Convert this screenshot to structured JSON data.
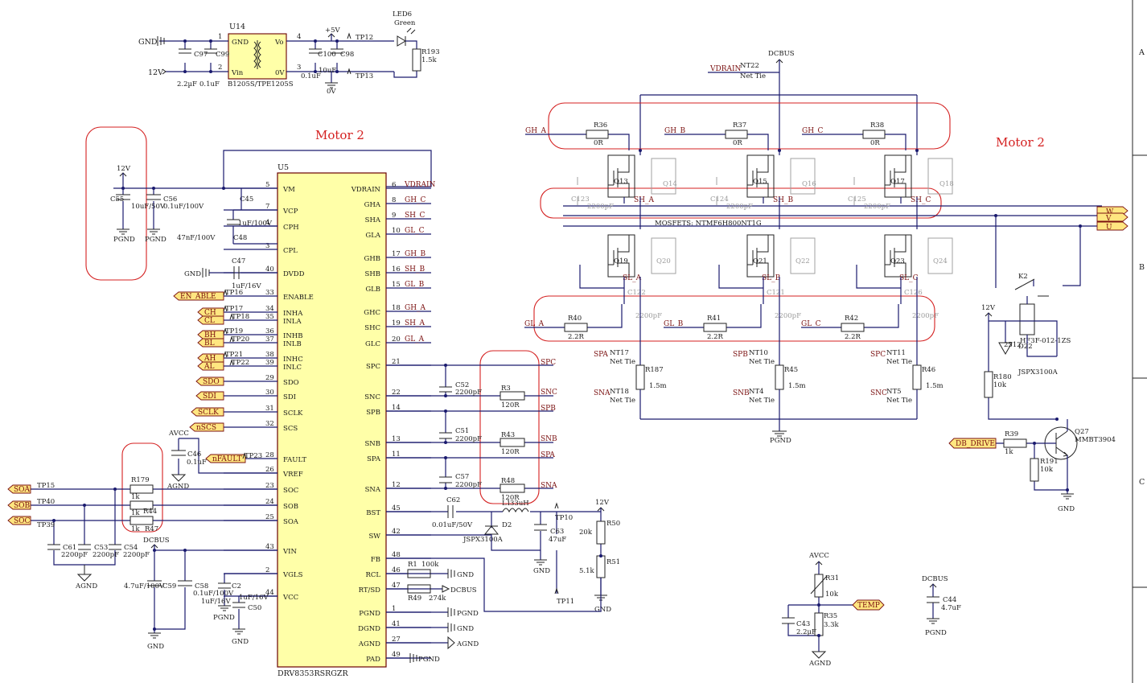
{
  "titles": {
    "left": "Motor 2",
    "right": "Motor 2"
  },
  "frame_zones": [
    "A",
    "B",
    "C"
  ],
  "supply": {
    "u14_ref": "U14",
    "u14_part": "B1205S/TPE1205S",
    "u14_pins": {
      "gnd": "GND",
      "vin": "Vin",
      "vo": "Vo",
      "ov": "0V",
      "n1": "1",
      "n2": "2",
      "n3": "3",
      "n4": "4"
    },
    "gnd_label": "GND",
    "v12_label": "12V",
    "caps_in": [
      {
        "ref": "C97",
        "value": "2.2µF"
      },
      {
        "ref": "C99",
        "value": "0.1uF"
      }
    ],
    "caps_out": [
      {
        "ref": "C100",
        "value": "0.1uF"
      },
      {
        "ref": "C98",
        "value": "10uF"
      }
    ],
    "v5_label": "+5V",
    "v0_label": "0V",
    "tp12": "TP12",
    "tp13": "TP13",
    "led_ref": "LED6",
    "led_color": "Green",
    "r193_ref": "R193",
    "r193_value": "1.5k"
  },
  "vm_block": {
    "v12": "12V",
    "c55_ref": "C55",
    "c55_value": "10uF/50V",
    "c56_ref": "C56",
    "c56_value": "0.1uF/100V",
    "pgnd1": "PGND",
    "pgnd2": "PGND"
  },
  "u5": {
    "ref": "U5",
    "part": "DRV8353RSRGZR",
    "left_pins": [
      {
        "num": "5",
        "name": "VM"
      },
      {
        "num": "7",
        "name": "VCP"
      },
      {
        "num": "4",
        "name": "CPH"
      },
      {
        "num": "3",
        "name": "CPL"
      },
      {
        "num": "40",
        "name": "DVDD"
      },
      {
        "num": "33",
        "name": "ENABLE"
      },
      {
        "num": "34",
        "name": "INHA"
      },
      {
        "num": "35",
        "name": "INLA"
      },
      {
        "num": "36",
        "name": "INHB"
      },
      {
        "num": "37",
        "name": "INLB"
      },
      {
        "num": "38",
        "name": "INHC"
      },
      {
        "num": "39",
        "name": "INLC"
      },
      {
        "num": "29",
        "name": "SDO"
      },
      {
        "num": "30",
        "name": "SDI"
      },
      {
        "num": "31",
        "name": "SCLK"
      },
      {
        "num": "32",
        "name": "SCS"
      },
      {
        "num": "28",
        "name": "FAULT"
      },
      {
        "num": "26",
        "name": "VREF"
      },
      {
        "num": "23",
        "name": "SOC"
      },
      {
        "num": "24",
        "name": "SOB"
      },
      {
        "num": "25",
        "name": "SOA"
      },
      {
        "num": "43",
        "name": "VIN"
      },
      {
        "num": "2",
        "name": "VGLS"
      },
      {
        "num": "44",
        "name": "VCC"
      }
    ],
    "right_pins": [
      {
        "num": "6",
        "name": "VDRAIN",
        "net": "VDRAIN"
      },
      {
        "num": "8",
        "name": "GHA",
        "net": "GH_C"
      },
      {
        "num": "9",
        "name": "SHA",
        "net": "SH_C"
      },
      {
        "num": "10",
        "name": "GLA",
        "net": "GL_C"
      },
      {
        "num": "17",
        "name": "GHB",
        "net": "GH_B"
      },
      {
        "num": "16",
        "name": "SHB",
        "net": "SH_B"
      },
      {
        "num": "15",
        "name": "GLB",
        "net": "GL_B"
      },
      {
        "num": "18",
        "name": "GHC",
        "net": "GH_A"
      },
      {
        "num": "19",
        "name": "SHC",
        "net": "SH_A"
      },
      {
        "num": "20",
        "name": "GLC",
        "net": "GL_A"
      },
      {
        "num": "21",
        "name": "SPC",
        "net": ""
      },
      {
        "num": "22",
        "name": "SNC",
        "net": ""
      },
      {
        "num": "14",
        "name": "SPB",
        "net": ""
      },
      {
        "num": "13",
        "name": "SNB",
        "net": ""
      },
      {
        "num": "11",
        "name": "SPA",
        "net": ""
      },
      {
        "num": "12",
        "name": "SNA",
        "net": ""
      },
      {
        "num": "45",
        "name": "BST",
        "net": ""
      },
      {
        "num": "42",
        "name": "SW",
        "net": ""
      },
      {
        "num": "48",
        "name": "FB",
        "net": ""
      },
      {
        "num": "46",
        "name": "RCL",
        "net": ""
      },
      {
        "num": "47",
        "name": "RT/SD",
        "net": ""
      },
      {
        "num": "1",
        "name": "PGND",
        "net": ""
      },
      {
        "num": "41",
        "name": "DGND",
        "net": ""
      },
      {
        "num": "27",
        "name": "AGND",
        "net": ""
      },
      {
        "num": "49",
        "name": "PAD",
        "net": ""
      }
    ]
  },
  "u5_left_parts": {
    "c45_ref": "C45",
    "c45_value": "1uF/100V",
    "c48_ref": "C48",
    "c48_value": "47nF/100V",
    "c47_ref": "C47",
    "c47_value": "1uF/16V",
    "gnd_label": "GND",
    "ports": [
      "EN_ABLE",
      "CH",
      "CL",
      "BH",
      "BL",
      "AH",
      "AL",
      "SDO",
      "SDI",
      "SCLK",
      "nSCS",
      "nFAULT"
    ],
    "tps": [
      "TP16",
      "TP17",
      "TP18",
      "TP19",
      "TP20",
      "TP21",
      "TP22",
      "TP23"
    ],
    "avcc": "AVCC",
    "c46_ref": "C46",
    "c46_value": "0.1uF",
    "agnd": "AGND",
    "so_ports": [
      "SOA",
      "SOB",
      "SOC"
    ],
    "so_tps": [
      "TP15",
      "TP40",
      "TP39"
    ],
    "r179_ref": "R179",
    "r179_value": "1k",
    "r44_ref": "R44",
    "r44_value": "1k",
    "r47_ref": "R47",
    "r47_value": "1k",
    "so_caps": [
      {
        "ref": "C61",
        "value": "2200pF"
      },
      {
        "ref": "C53",
        "value": "2200pF"
      },
      {
        "ref": "C54",
        "value": "2200pF"
      }
    ],
    "agnd2": "AGND",
    "dcbus": "DCBUS",
    "c59_ref": "C59",
    "c59_value": "4.7uF/100V",
    "c58_ref": "C58",
    "c58_value": "0.1uF/100V",
    "c2_ref": "C2",
    "c2_value": "1uF/16V",
    "c50_ref": "C50",
    "c50_value": "1uF/16V",
    "gnd_a": "GND",
    "pgnd": "PGND",
    "gnd_b": "GND"
  },
  "u5_right_parts": {
    "c52_ref": "C52",
    "c52_value": "2200pF",
    "c51_ref": "C51",
    "c51_value": "2200pF",
    "c57_ref": "C57",
    "c57_value": "2200pF",
    "r3_ref": "R3",
    "r3_value": "120R",
    "r43_ref": "R43",
    "r43_value": "120R",
    "r48_ref": "R48",
    "r48_value": "120R",
    "nets": [
      "SPA",
      "SNA",
      "SPB",
      "SNB",
      "SPC",
      "SNC"
    ],
    "c62_ref": "C62",
    "c62_value": "0.01uF/50V",
    "l_ref": "L1",
    "l_value": "33uH",
    "d2_ref": "D2",
    "d2_part": "JSPX3100A",
    "c63_ref": "C63",
    "c63_value": "47uF",
    "tp10": "TP10",
    "tp11": "TP11",
    "v12": "12V",
    "r50_ref": "R50",
    "r50_value": "20k",
    "r51_ref": "R51",
    "r51_value": "5.1k",
    "r1_ref": "R1",
    "r1_value": "100k",
    "r49_ref": "R49",
    "r49_value": "274k",
    "dcbus": "DCBUS",
    "gnd": "GND",
    "pgnd": "PGND",
    "agnd": "AGND",
    "gnd_c63": "GND",
    "gnd_r51": "GND"
  },
  "bridge": {
    "dcbus": "DCBUS",
    "vdrain": "VDRAIN",
    "nt22": "NT22",
    "nettie": "Net Tie",
    "gate_res_high": [
      {
        "net": "GH_A",
        "ref": "R36",
        "value": "0R"
      },
      {
        "net": "GH_B",
        "ref": "R37",
        "value": "0R"
      },
      {
        "net": "GH_C",
        "ref": "R38",
        "value": "0R"
      }
    ],
    "high_fets": [
      {
        "ref": "Q13",
        "ghost": "Q14",
        "cap": "C123",
        "cap_value": "2200pF",
        "sh": "SH_A"
      },
      {
        "ref": "Q15",
        "ghost": "Q16",
        "cap": "C124",
        "cap_value": "2200pF",
        "sh": "SH_B"
      },
      {
        "ref": "Q17",
        "ghost": "Q18",
        "cap": "C125",
        "cap_value": "2200pF",
        "sh": "SH_C"
      }
    ],
    "mosfet_note": "MOSFETS: NTMF6H800NT1G",
    "phases": [
      "W",
      "V",
      "U"
    ],
    "low_fets": [
      {
        "ref": "Q19",
        "ghost": "Q20",
        "sl": "SL_A",
        "cap": "C122",
        "cap_value": "2200pF"
      },
      {
        "ref": "Q21",
        "ghost": "Q22",
        "sl": "SL_B",
        "cap": "C121",
        "cap_value": "2200pF"
      },
      {
        "ref": "Q23",
        "ghost": "Q24",
        "sl": "SL_C",
        "cap": "C126",
        "cap_value": "2200pF"
      }
    ],
    "gate_res_low": [
      {
        "net": "GL_A",
        "ref": "R40",
        "value": "2.2R"
      },
      {
        "net": "GL_B",
        "ref": "R41",
        "value": "2.2R"
      },
      {
        "net": "GL_C",
        "ref": "R42",
        "value": "2.2R"
      }
    ],
    "shunt_size": "2512",
    "shunts": [
      {
        "sp": "SPA",
        "sp_tie": "NT17",
        "sn": "SNA",
        "sn_tie": "NT18",
        "ref": "R187",
        "value": "1.5m"
      },
      {
        "sp": "SPB",
        "sp_tie": "NT10",
        "sn": "SNB",
        "sn_tie": "NT4",
        "ref": "R45",
        "value": "1.5m"
      },
      {
        "sp": "SPC",
        "sp_tie": "NT11",
        "sn": "SNC",
        "sn_tie": "NT5",
        "ref": "R46",
        "value": "1.5m"
      }
    ],
    "pgnd": "PGND"
  },
  "relay": {
    "k2": "K2",
    "relay_part": "HF3F-012-1ZS",
    "v12": "12V",
    "d22_ref": "D22",
    "d22_part": "JSPX3100A",
    "r180_ref": "R180",
    "r180_value": "10k",
    "q27_ref": "Q27",
    "q27_part": "MMBT3904",
    "db_drive": "DB_DRIVE",
    "r39_ref": "R39",
    "r39_value": "1k",
    "r191_ref": "R191",
    "r191_value": "10k",
    "gnd": "GND"
  },
  "temp": {
    "avcc": "AVCC",
    "r31_ref": "R31",
    "r31_value": "10k",
    "r35_ref": "R35",
    "r35_value": "3.3k",
    "c43_ref": "C43",
    "c43_value": "2.2µF",
    "port": "TEMP",
    "agnd": "AGND"
  },
  "dcbus_cap": {
    "dcbus": "DCBUS",
    "ref": "C44",
    "value": "4.7uF",
    "pgnd": "PGND"
  }
}
